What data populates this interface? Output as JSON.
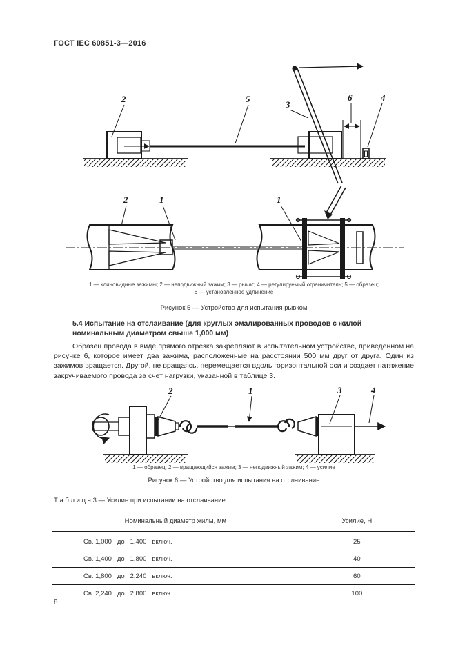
{
  "page": {
    "header": "ГОСТ IEC 60851-3—2016",
    "number": "8"
  },
  "figure5": {
    "labels": {
      "fixed_clamp": "2",
      "specimen": "5",
      "lever": "3",
      "set_elongation": "6",
      "adjustable_stop": "4",
      "clamp_body": "2",
      "wedge_left": "1",
      "wedge_right": "1"
    },
    "legend_line1": "1 — клиновидные зажимы; 2 — неподвижный зажим; 3 — рычаг; 4 — регулируемый ограничитель; 5 — образец;",
    "legend_line2": "6 — установленное удлинение",
    "caption": "Рисунок 5 — Устройство для испытания рывком"
  },
  "section54": {
    "heading": "5.4 Испытание на отслаивание (для круглых эмалированных проводов с жилой номинальным диаметром свыше 1,000 мм)",
    "paragraph": "Образец провода в виде прямого отрезка закрепляют в испытательном устройстве, приведенном на рисунке 6, которое имеет два зажима, расположенные на расстоянии 500 мм друг от друга. Один из зажимов вращается. Другой, не вращаясь, перемещается вдоль  горизонтальной оси и создает натяжение закручиваемого провода  за  счет нагрузки, указанной в таблице 3."
  },
  "figure6": {
    "labels": {
      "specimen": "1",
      "rotating_clamp": "2",
      "fixed_clamp": "3",
      "force": "4"
    },
    "legend": "1 — образец; 2 — вращающийся зажим; 3 — неподвижный зажим; 4 — усилие",
    "caption": "Рисунок 6 — Устройство для испытания на отслаивание"
  },
  "table3": {
    "title": "Т а б л и ц а  3 — Усилие при испытании на отслаивание",
    "columns": [
      "Номинальный диаметр жилы, мм",
      "Усилие, Н"
    ],
    "rows": [
      {
        "diameter_range": "Св. 1,000   до   1,400   включ.",
        "force": "25"
      },
      {
        "diameter_range": "Св. 1,400   до   1,800   включ.",
        "force": "40"
      },
      {
        "diameter_range": "Св. 1,800   до   2,240   включ.",
        "force": "60"
      },
      {
        "diameter_range": "Св. 2,240   до   2,800   включ.",
        "force": "100"
      }
    ]
  },
  "colors": {
    "ink": "#1b1b1b",
    "paper": "#ffffff"
  }
}
